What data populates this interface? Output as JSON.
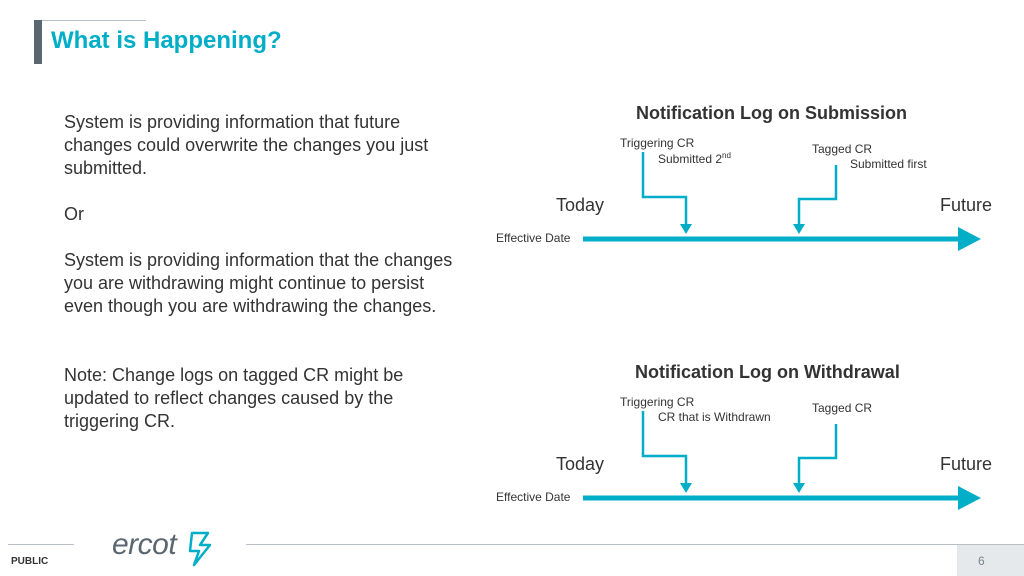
{
  "slide": {
    "title": "What is Happening?",
    "paragraphs": [
      "System is providing information that future changes could overwrite the changes you just submitted.",
      "Or",
      "System is providing information that the changes you are withdrawing might continue to persist even though you are withdrawing the changes.",
      "Note: Change logs on tagged CR might be updated to reflect changes caused by the triggering CR."
    ]
  },
  "diagram_submission": {
    "title": "Notification Log on Submission",
    "triggering_label": "Triggering CR",
    "triggering_sub": "Submitted 2",
    "triggering_sup": "nd",
    "tagged_label": "Tagged CR",
    "tagged_sub": "Submitted first",
    "today": "Today",
    "future": "Future",
    "effective_date": "Effective Date"
  },
  "diagram_withdrawal": {
    "title": "Notification Log on Withdrawal",
    "triggering_label": "Triggering CR",
    "triggering_sub": "CR that is Withdrawn",
    "tagged_label": "Tagged CR",
    "today": "Today",
    "future": "Future",
    "effective_date": "Effective Date"
  },
  "footer": {
    "classification": "PUBLIC",
    "logo_text": "ercot",
    "page_number": "6"
  },
  "colors": {
    "accent": "#00aec7",
    "text": "#333333",
    "gray": "#5b6770"
  },
  "icons": {
    "logo": "ercot-logo-bolt-icon"
  }
}
